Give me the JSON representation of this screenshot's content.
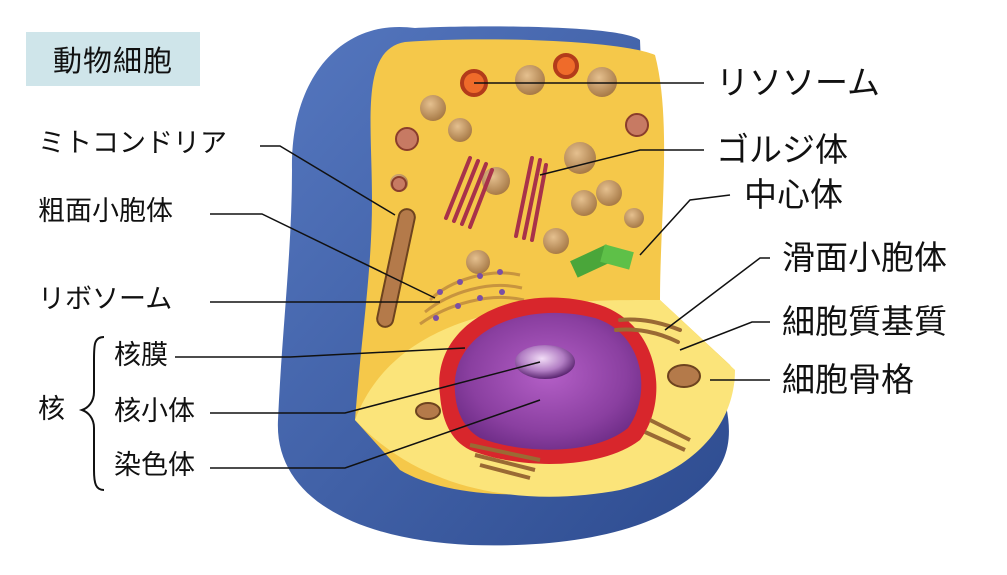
{
  "title": "動物細胞",
  "labels": {
    "lysosome": "リソソーム",
    "golgi": "ゴルジ体",
    "centrosome": "中心体",
    "smooth_er": "滑面小胞体",
    "cytoplasmic_matrix": "細胞質基質",
    "cytoskeleton": "細胞骨格",
    "mitochondria": "ミトコンドリア",
    "rough_er": "粗面小胞体",
    "ribosome": "リボソーム",
    "nucleus": "核",
    "nuclear_membrane": "核膜",
    "nucleolus": "核小体",
    "chromosome": "染色体"
  },
  "colors": {
    "title_bg": "#cfe5ea",
    "membrane": "#3d5fa8",
    "cytoplasm": "#f5c84a",
    "nucleus": "#8a3fa0",
    "nuclear_envelope": "#d8262c",
    "golgi": "#c0435a",
    "mitochondria": "#8c5a32",
    "centrosome": "#4aa63a"
  }
}
